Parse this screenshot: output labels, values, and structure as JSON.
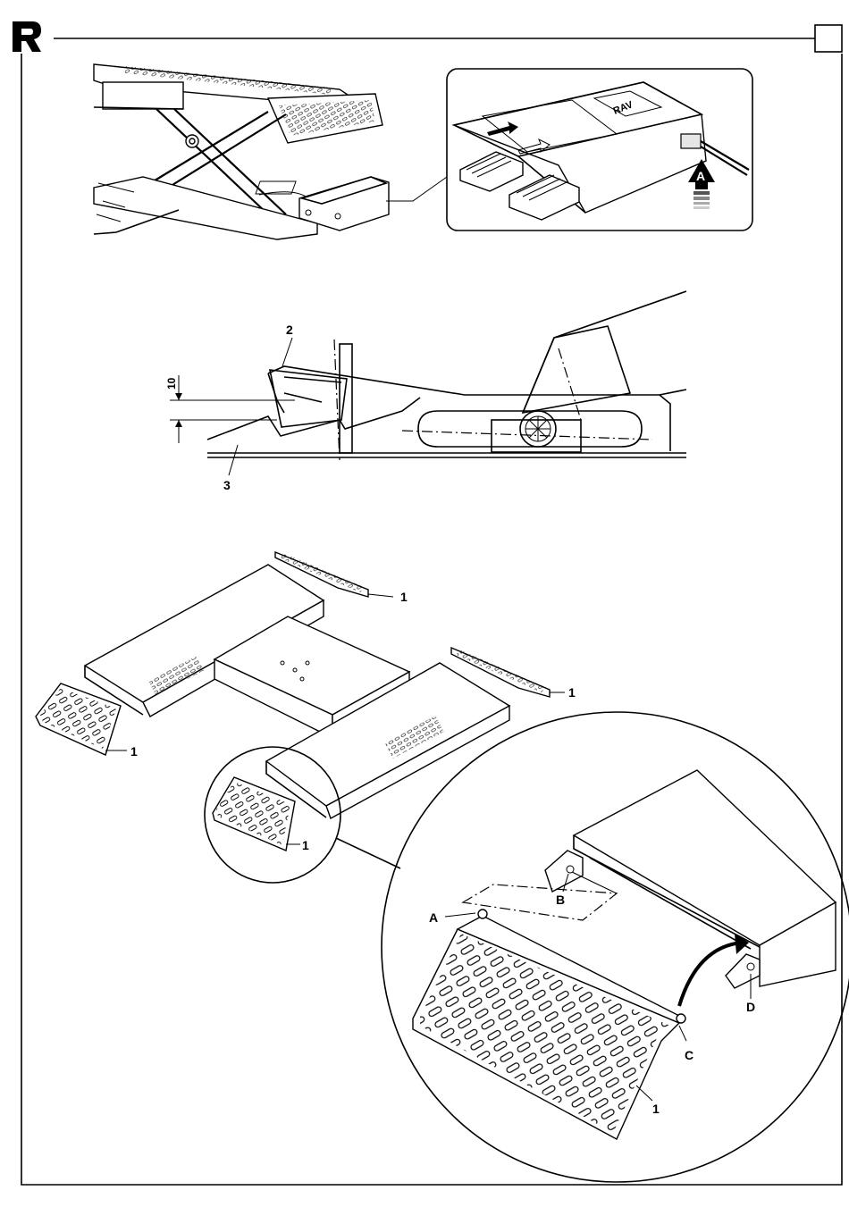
{
  "figure_top": {
    "detail_label_A": "A",
    "badge_text": "RAV"
  },
  "figure_middle": {
    "dimension_label": "10",
    "part_label_2": "2",
    "part_label_3": "3"
  },
  "figure_bottom": {
    "part_label_1": "1",
    "point_A": "A",
    "point_B": "B",
    "point_C": "C",
    "point_D": "D"
  }
}
